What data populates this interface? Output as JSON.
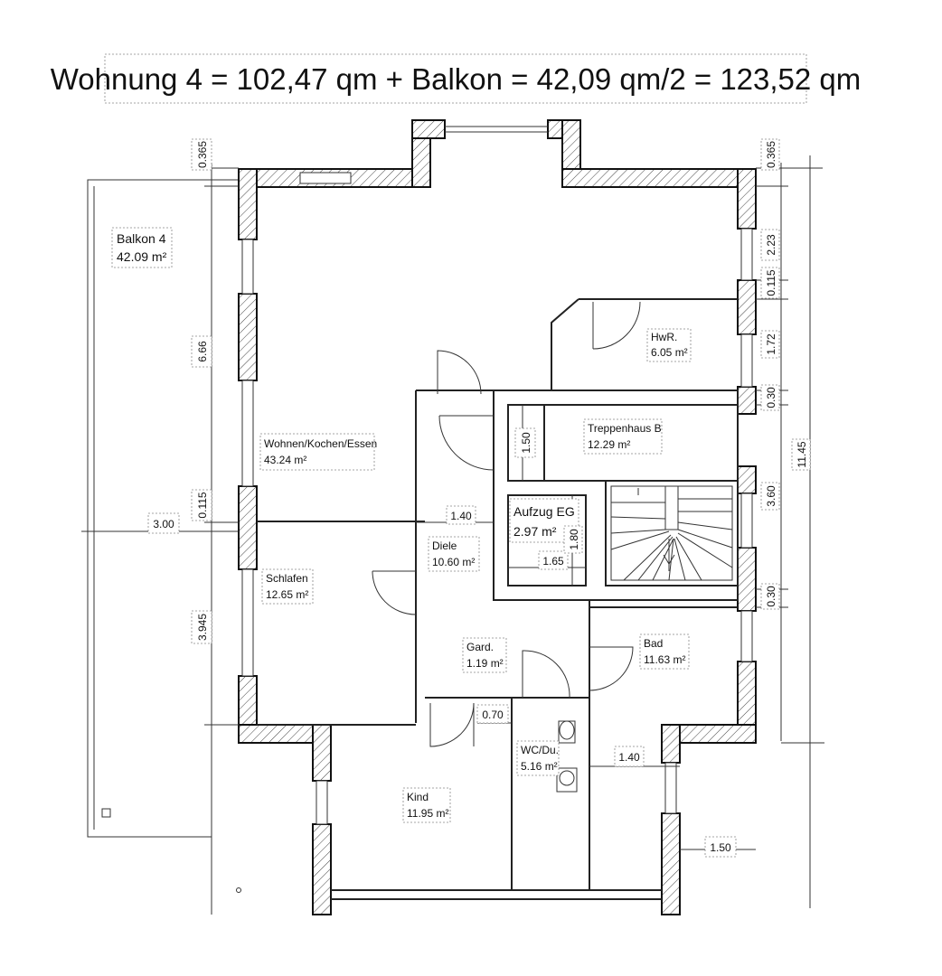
{
  "title": "Wohnung 4 = 102,47 qm + Balkon = 42,09 qm/2 = 123,52 qm",
  "rooms": {
    "balkon": {
      "name": "Balkon 4",
      "area": "42.09 m²"
    },
    "wohnen": {
      "name": "Wohnen/Kochen/Essen",
      "area": "43.24 m²"
    },
    "hwr": {
      "name": "HwR.",
      "area": "6.05 m²"
    },
    "treppenhaus": {
      "name": "Treppenhaus B",
      "area": "12.29 m²"
    },
    "aufzug": {
      "name": "Aufzug EG",
      "area": "2.97 m²"
    },
    "diele": {
      "name": "Diele",
      "area": "10.60 m²"
    },
    "schlafen": {
      "name": "Schlafen",
      "area": "12.65 m²"
    },
    "gard": {
      "name": "Gard.",
      "area": "1.19 m²"
    },
    "bad": {
      "name": "Bad",
      "area": "11.63 m²"
    },
    "wc": {
      "name": "WC/Du.",
      "area": "5.16 m²"
    },
    "kind": {
      "name": "Kind",
      "area": "11.95 m²"
    }
  },
  "dimensions": {
    "left_top": "0.365",
    "left_upper": "6.66",
    "left_mid": "0.115",
    "left_lower": "3.945",
    "balcony_width": "3.00",
    "diele_width": "1.40",
    "treppe_height": "1.50",
    "aufzug_height": "1.80",
    "aufzug_width": "1.65",
    "wc_width": "0.70",
    "bad_width": "1.40",
    "lower_right": "1.50",
    "right_top": "0.365",
    "right_a": "2.23",
    "right_b": "0.115",
    "right_c": "1.72",
    "right_d": "0.30",
    "right_e": "3.60",
    "right_f": "0.30",
    "right_total": "11.45"
  }
}
